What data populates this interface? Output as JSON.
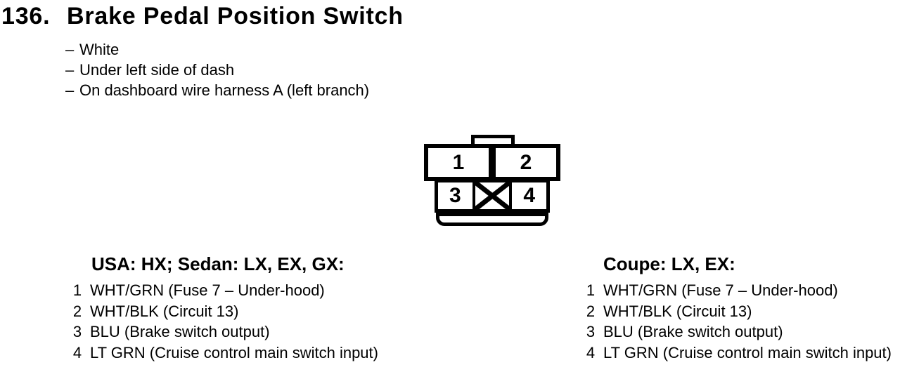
{
  "header": {
    "index": "136.",
    "title": "Brake Pedal Position Switch",
    "notes_dash": "–",
    "notes": [
      "White",
      "Under left side of dash",
      "On dashboard wire harness A (left branch)"
    ]
  },
  "connector": {
    "type": "4-cavity connector, viewed with lock tab up, one blocked cavity",
    "cavities": {
      "c1": "1",
      "c2": "2",
      "c3": "3",
      "c4": "4"
    }
  },
  "columns": [
    {
      "heading": "USA: HX; Sedan: LX, EX, GX:",
      "pins": [
        {
          "num": "1",
          "desc": "WHT/GRN (Fuse 7 – Under-hood)"
        },
        {
          "num": "2",
          "desc": "WHT/BLK (Circuit 13)"
        },
        {
          "num": "3",
          "desc": "BLU (Brake switch output)"
        },
        {
          "num": "4",
          "desc": "LT GRN (Cruise control main switch input)"
        }
      ]
    },
    {
      "heading": "Coupe: LX, EX:",
      "pins": [
        {
          "num": "1",
          "desc": "WHT/GRN (Fuse 7 – Under-hood)"
        },
        {
          "num": "2",
          "desc": "WHT/BLK (Circuit 13)"
        },
        {
          "num": "3",
          "desc": "BLU (Brake switch output)"
        },
        {
          "num": "4",
          "desc": "LT GRN (Cruise control main switch input)"
        }
      ]
    }
  ]
}
